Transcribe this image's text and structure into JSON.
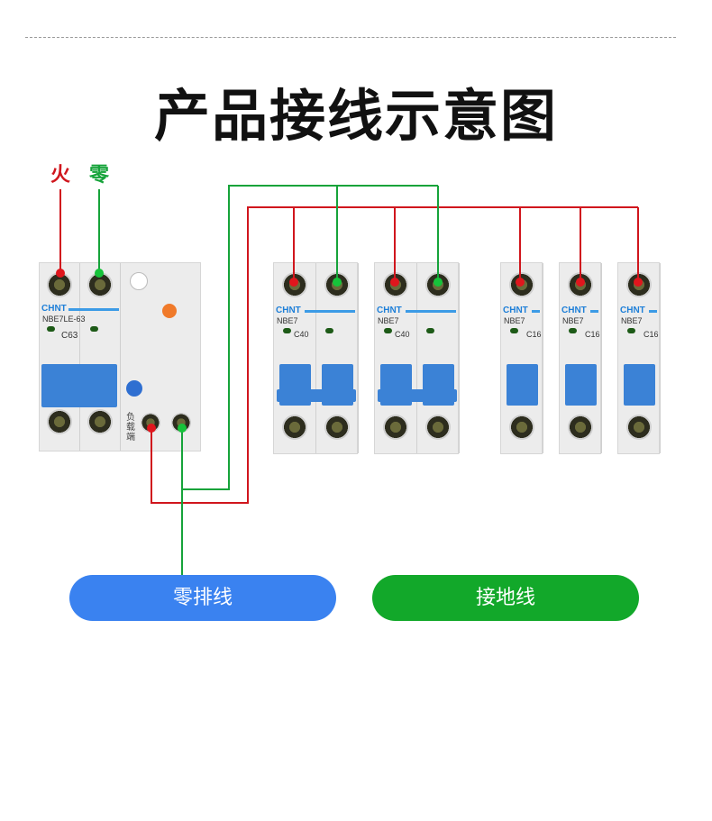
{
  "title": "产品接线示意图",
  "labels": {
    "live": "火",
    "neutral": "零"
  },
  "colors": {
    "live": "#d0161d",
    "neutral": "#16a33a",
    "blue_button": "#3a82f0",
    "green_button": "#12a82a"
  },
  "rcbo": {
    "brand": "CHNT",
    "model": "NBE7LE-63",
    "rating": "C63",
    "load_label": "负载端"
  },
  "breakers": [
    {
      "brand": "CHNT",
      "model": "NBE7",
      "rating": "C40",
      "poles": 2
    },
    {
      "brand": "CHNT",
      "model": "NBE7",
      "rating": "C40",
      "poles": 2
    },
    {
      "brand": "CHNT",
      "model": "NBE7",
      "rating": "C16",
      "poles": 1
    },
    {
      "brand": "CHNT",
      "model": "NBE7",
      "rating": "C16",
      "poles": 1
    },
    {
      "brand": "CHNT",
      "model": "NBE7",
      "rating": "C16",
      "poles": 1
    }
  ],
  "buttons": {
    "neutral_bar": "零排线",
    "ground": "接地线"
  }
}
